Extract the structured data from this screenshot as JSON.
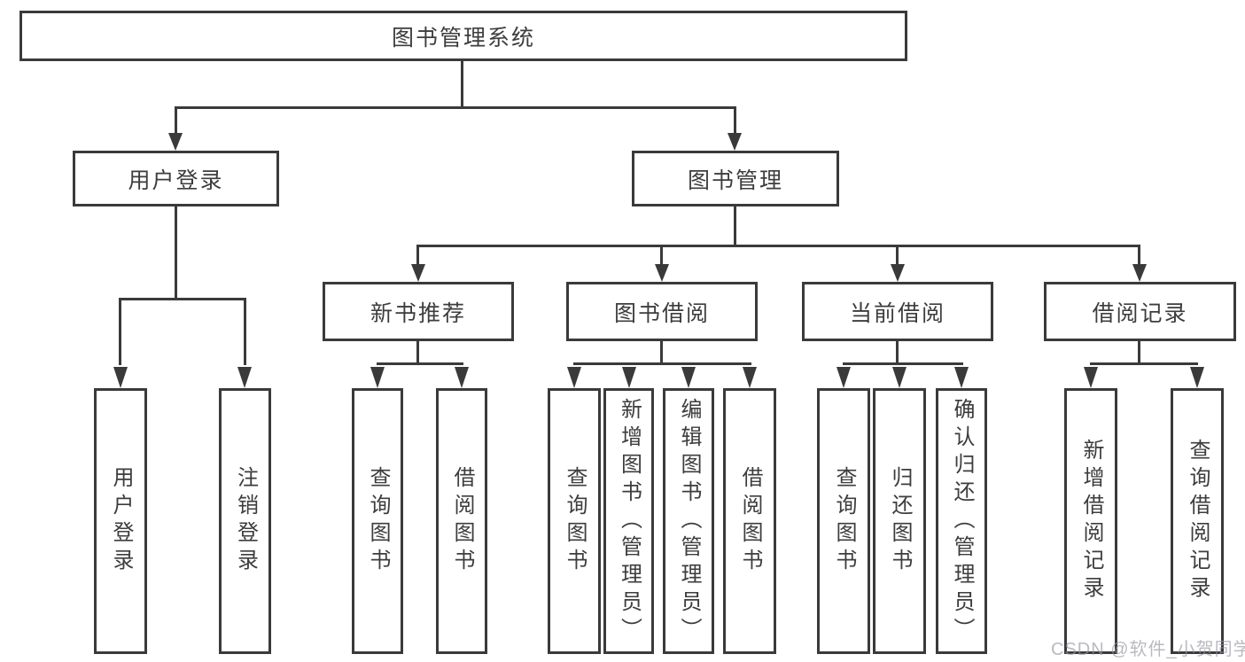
{
  "tree": {
    "label": "图书管理系统",
    "children": [
      {
        "label": "用户登录",
        "children": [
          {
            "label": "用户登录"
          },
          {
            "label": "注销登录"
          }
        ]
      },
      {
        "label": "图书管理",
        "children": [
          {
            "label": "新书推荐",
            "children": [
              {
                "label": "查询图书"
              },
              {
                "label": "借阅图书"
              }
            ]
          },
          {
            "label": "图书借阅",
            "children": [
              {
                "label": "查询图书"
              },
              {
                "label": "新增图书（管理员）"
              },
              {
                "label": "编辑图书（管理员）"
              },
              {
                "label": "借阅图书"
              }
            ]
          },
          {
            "label": "当前借阅",
            "children": [
              {
                "label": "查询图书"
              },
              {
                "label": "归还图书"
              },
              {
                "label": "确认归还（管理员）"
              }
            ]
          },
          {
            "label": "借阅记录",
            "children": [
              {
                "label": "新增借阅记录"
              },
              {
                "label": "查询借阅记录"
              }
            ]
          }
        ]
      }
    ]
  },
  "watermark": {
    "text": "CSDN @软件_小贺同学"
  },
  "colors": {
    "line": "#3a3a3a",
    "box_border": "#3a3a3a",
    "box_background": "#ffffff",
    "text": "#3d3d3d",
    "watermark_text": "#94949e",
    "page_background": "#ffffff"
  }
}
